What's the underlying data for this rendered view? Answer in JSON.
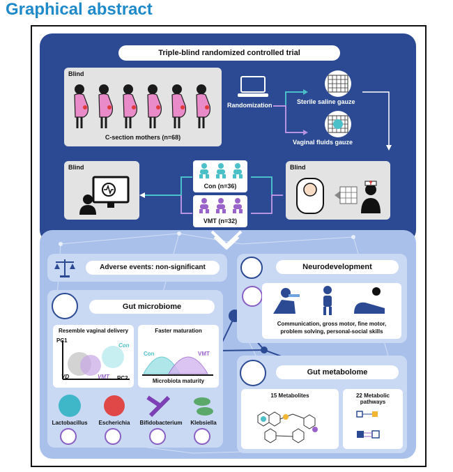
{
  "heading": "Graphical abstract",
  "trial": {
    "title": "Triple-blind randomized controlled trial",
    "blind_label": "Blind",
    "mothers_label": "C-section mothers (n=68)",
    "randomization_label": "Randomization",
    "saline_label": "Sterile saline gauze",
    "vaginal_label": "Vaginal fluids gauze",
    "con_label": "Con (n=36)",
    "vmt_label": "VMT (n=32)"
  },
  "outcomes": {
    "adverse": "Adverse events: non-significant",
    "neuro_title": "Neurodevelopment",
    "neuro_desc_1": "Communication, gross motor, fine motor,",
    "neuro_desc_2": "problem solving,  personal-social skills",
    "gut_microbiome_title": "Gut microbiome",
    "resemble_label": "Resemble vaginal delivery",
    "faster_label": "Faster maturation",
    "pc1": "PC1",
    "pc2": "PC2",
    "con": "Con",
    "vd": "VD",
    "vmt": "VMT",
    "maturity_label": "Microbiota maturity",
    "gut_metabolome_title": "Gut metabolome",
    "metabolites_label": "15 Metabolites",
    "pathways_label": "22 Metabolic pathways",
    "bacteria": [
      "Lactobacillus",
      "Escherichia",
      "Bifidobacterium",
      "Klebsiella"
    ]
  },
  "colors": {
    "heading": "#1f8ac9",
    "dark_blue": "#2b4a93",
    "light_blue": "#a9c0ea",
    "con": "#4cc0c8",
    "vmt": "#9a63c9",
    "pink": "#e98bc9"
  }
}
